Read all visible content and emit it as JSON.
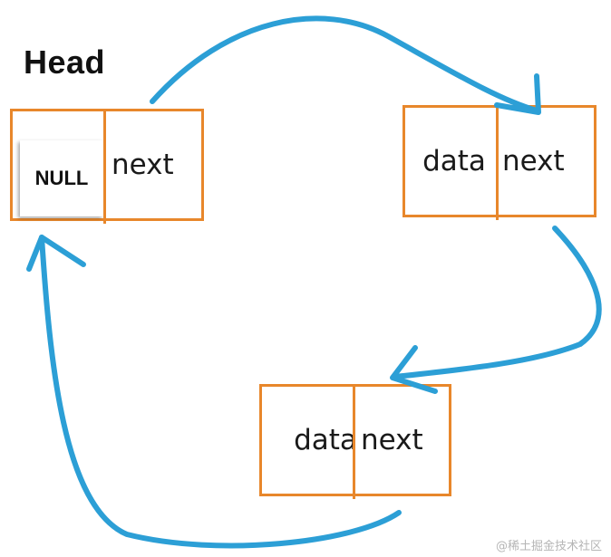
{
  "diagram": {
    "head_label": "Head",
    "nodes": [
      {
        "first": "NULL",
        "second": "next"
      },
      {
        "first": "data",
        "second": "next"
      },
      {
        "first": "data",
        "second": "next"
      }
    ],
    "watermark": "@稀土掘金技术社区"
  },
  "colors": {
    "node_border": "#E8872B",
    "arrow": "#2C9FD6",
    "text": "#1a1a1a"
  }
}
